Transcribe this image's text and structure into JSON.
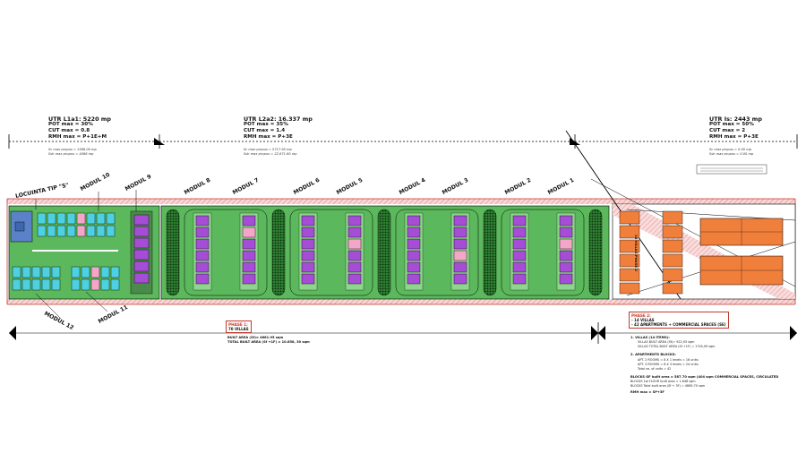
{
  "utr": [
    {
      "title": "UTR L1a1: 5220 mp",
      "pot": "POT max = 30%",
      "cut": "CUT max = 0.8",
      "rmh": "RMH max = P+1E+M",
      "sc": "Sc max propus = 1566.00 mp",
      "sdc": "Sdc max propus = 4066 mp"
    },
    {
      "title": "UTR L2a2: 16.337 mp",
      "pot": "POT max = 35%",
      "cut": "CUT max = 1.4",
      "rmh": "RMH max = P+3E",
      "sc": "Sc max propus = 5717.95 mp",
      "sdc": "Sdc max propus = 22.871.80 mp"
    },
    {
      "title": "UTR Is: 2443 mp",
      "pot": "POT max = 50%",
      "cut": "CUT max = 2",
      "rmh": "RMH max = P+3E",
      "sc": "Sc max propus = 0.00 mp",
      "sdc": "Sdc max propus = 0.00 mp"
    }
  ],
  "modules": {
    "locuinta": "LOCUINTA TIP \"S\"",
    "m1": "MODUL 1",
    "m2": "MODUL 2",
    "m3": "MODUL 3",
    "m4": "MODUL 4",
    "m5": "MODUL 5",
    "m6": "MODUL 6",
    "m7": "MODUL 7",
    "m8": "MODUL 8",
    "m9": "MODUL 9",
    "m10": "MODUL 10",
    "m11": "MODUL 11",
    "m12": "MODUL 12"
  },
  "phase1": {
    "title": "PHASE 1:",
    "villas": "70 VILLAS",
    "built": "BUILT AREA (Sf)= 4681.95 sqm",
    "total": "TOTAL BUILT AREA (Sf +1F) = 10.658, 30 sqm"
  },
  "phase2": {
    "title": "PHASE 2:",
    "l1": "- 14 VILLAS",
    "l2": "- 42 APARTMENTS + COMMERCIAL SPACES (SE)"
  },
  "villas_block_label": "14 VILLAS PHASE 2",
  "notes": {
    "n1": "1.  VILLAS (14 ITEMS):",
    "n1a": "VILLAS BUILT AREA (Sf)= 922,93 sqm",
    "n1b": "VILLAS TOTAL BUILT AREA (Sf +1F) = 1745,09 sqm",
    "n2": "2.  APARTMENTS BLOCKS:",
    "n2a": "APT. 2 ROOMS = 8 X 1 levels = 16 units",
    "n2b": "APT. 3 ROOMS = 8 X 3 levels = 24 units",
    "n2c": "Total no. of units = 42",
    "n3": "BLOCKS GF built area = 587.70 sqm (404 sqm COMMERCIAL SPACES, CIRCULATED",
    "n4": "BLOCKS 1st FLOOR built area = 1.648 sqm",
    "n5": "BLOCKS Total built area (Sf + 3F) = 4865.70 sqm",
    "n6": "RMH max = SP+3F"
  },
  "colors": {
    "plot_border": "#c0392b",
    "grass": "#5cb85c",
    "villa_cyan": "#4dd0e1",
    "villa_purple": "#a64dd6",
    "villa_pink": "#f3a6c8",
    "apartments": "#f07f3c",
    "pool": "#5b82c8"
  }
}
